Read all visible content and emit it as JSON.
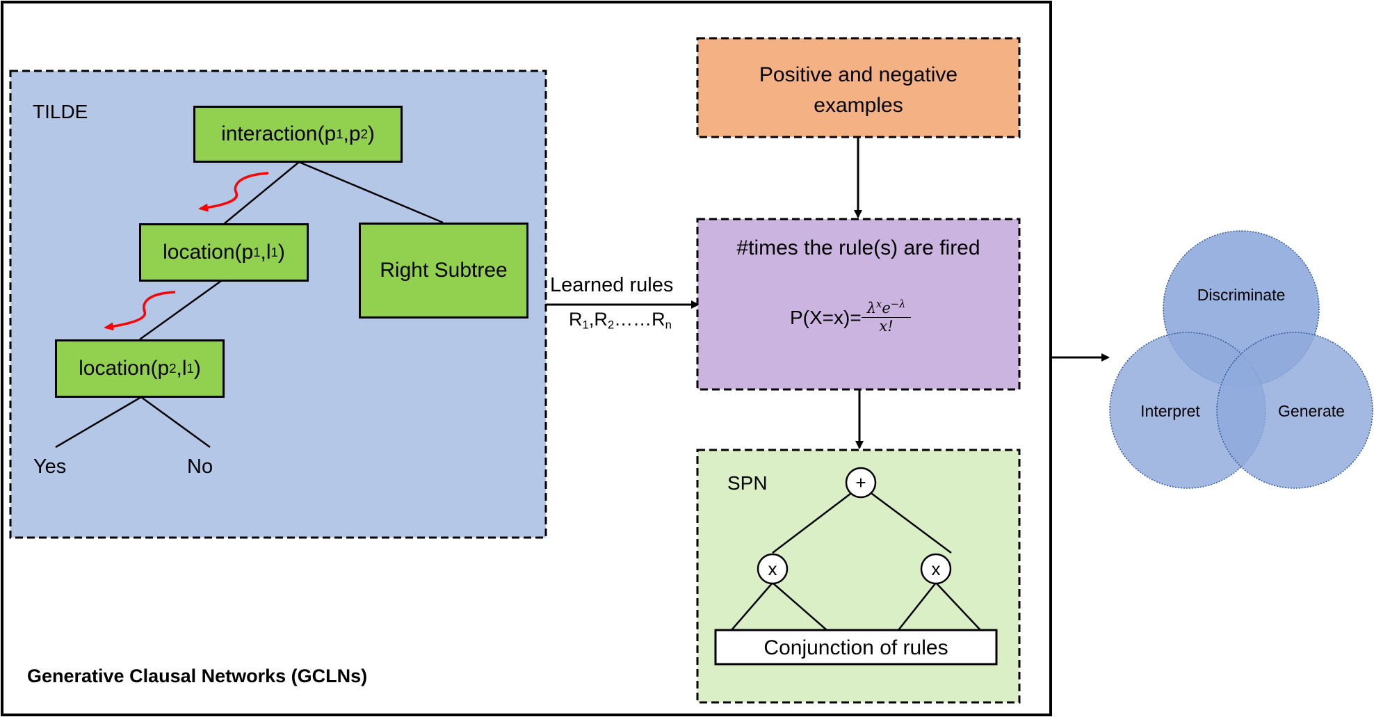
{
  "gcln": {
    "title": "Generative Clausal Networks (GCLNs)"
  },
  "tilde": {
    "label": "TILDE",
    "root": {
      "name": "interaction",
      "args": [
        "p",
        "1",
        ",p",
        "2",
        ")"
      ]
    },
    "node_mid": {
      "name": "location",
      "args": [
        "p",
        "1",
        ",l",
        "1",
        ")"
      ]
    },
    "node_low": {
      "name": "location",
      "args": [
        "p",
        "2",
        ",l",
        "1",
        ")"
      ]
    },
    "right_subtree": "Right Subtree",
    "leaf_yes": "Yes",
    "leaf_no": "No"
  },
  "arrow_rules": {
    "label": "Learned rules",
    "r1": "R",
    "r1_sub": "1",
    "r2": ",R",
    "r2_sub": "2",
    "dots": "……R",
    "rn_sub": "n"
  },
  "examples": {
    "line1": "Positive and negative",
    "line2": "examples"
  },
  "poisson": {
    "title": "#times the rule(s) are fired",
    "lhs": "P(X=x)=",
    "num_lambda": "λ",
    "num_exp1": "x",
    "num_e": "e",
    "num_exp2": "−λ",
    "den": "x!"
  },
  "spn": {
    "label": "SPN",
    "sum_symbol": "+",
    "prod_symbol": "x",
    "conjunction": "Conjunction of rules"
  },
  "venn": {
    "top": "Discriminate",
    "left": "Interpret",
    "right": "Generate"
  },
  "colors": {
    "tilde_bg": "#b4c7e7",
    "node_green": "#92d050",
    "examples_orange": "#f4b183",
    "poisson_purple": "#cbb5e0",
    "spn_green": "#dbefc6",
    "venn_blue": "#8faadc",
    "venn_overlap": "#5b7fcf",
    "red_arrow": "#ff0000"
  }
}
